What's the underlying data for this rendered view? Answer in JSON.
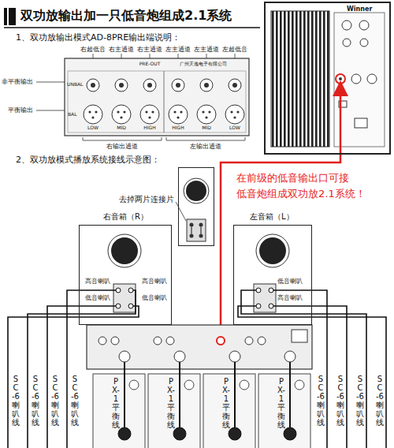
{
  "diagram": {
    "title": "双功放输出加一只低音炮组成2.1系统",
    "nodes": [
      {
        "text": [
          "Winner"
        ]
      },
      {
        "text": [
          "去掉两片连接片"
        ]
      },
      {
        "text": [
          "右音箱（R）"
        ]
      },
      {
        "text": [
          "左音箱（L）"
        ]
      }
    ],
    "labels": [
      "1、双功放输出模式AD-8PRE输出端说明：",
      "右超低音",
      "右主通道",
      "右主通道",
      "左主通道",
      "左主通道",
      "左超低音",
      "PRE-OUT",
      "广州天逸电子有限公司",
      "UNBAL",
      "BAL",
      "LOW",
      "MID",
      "HIGH",
      "HIGH",
      "MID",
      "LOW",
      "非平衡输出",
      "平衡输出",
      "右输出通道",
      "左输出通道",
      "在前级的低音输出口可接",
      "低音炮组成双功放2.1系统！",
      "2、双功放模式播放系统接线示意图：",
      "高音喇叭",
      "高音喇叭",
      "低音喇叭",
      "低音喇叭",
      "低音喇叭",
      "高音喇叭",
      "SC-6喇叭线",
      "SC-6喇叭线",
      "SC-6喇叭线",
      "SC-6喇叭线",
      "PX-1平衡线",
      "PX-1平衡线",
      "PX-1平衡线",
      "PX-1平衡线",
      "SC-6喇叭线",
      "SC-6喇叭线",
      "SC-6喇叭线",
      "SC-6喇叭线"
    ]
  }
}
